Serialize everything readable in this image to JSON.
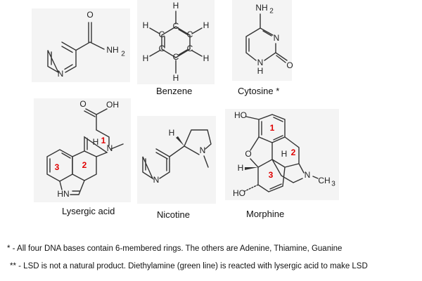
{
  "molecules": {
    "nicotinamide": {
      "atoms": [
        "O",
        "NH",
        "2",
        "N"
      ]
    },
    "benzene": {
      "name": "Benzene",
      "atoms": [
        "C",
        "H"
      ]
    },
    "cytosine": {
      "name": "Cytosine *",
      "atoms": [
        "NH",
        "2",
        "N",
        "N",
        "H",
        "O"
      ]
    },
    "lysergic_acid": {
      "name": "Lysergic acid",
      "atoms": [
        "O",
        "OH",
        "H",
        "N",
        "HN"
      ],
      "ring_numbers": [
        "1",
        "2",
        "3"
      ]
    },
    "nicotine": {
      "name": "Nicotine",
      "atoms": [
        "H",
        "N",
        "N"
      ]
    },
    "morphine": {
      "name": "Morphine",
      "atoms": [
        "HO",
        "O",
        "H",
        "HO",
        "H",
        "N",
        "CH",
        "3"
      ],
      "ring_numbers": [
        "1",
        "2",
        "3"
      ]
    }
  },
  "footnotes": [
    "* - All four DNA bases contain 6-membered rings. The others are Adenine, Thiamine, Guanine",
    "** - LSD is not a natural product. Diethylamine (green line) is reacted with lysergic acid to make LSD"
  ],
  "colors": {
    "ring_number": "#e00000",
    "bond": "#333333"
  }
}
